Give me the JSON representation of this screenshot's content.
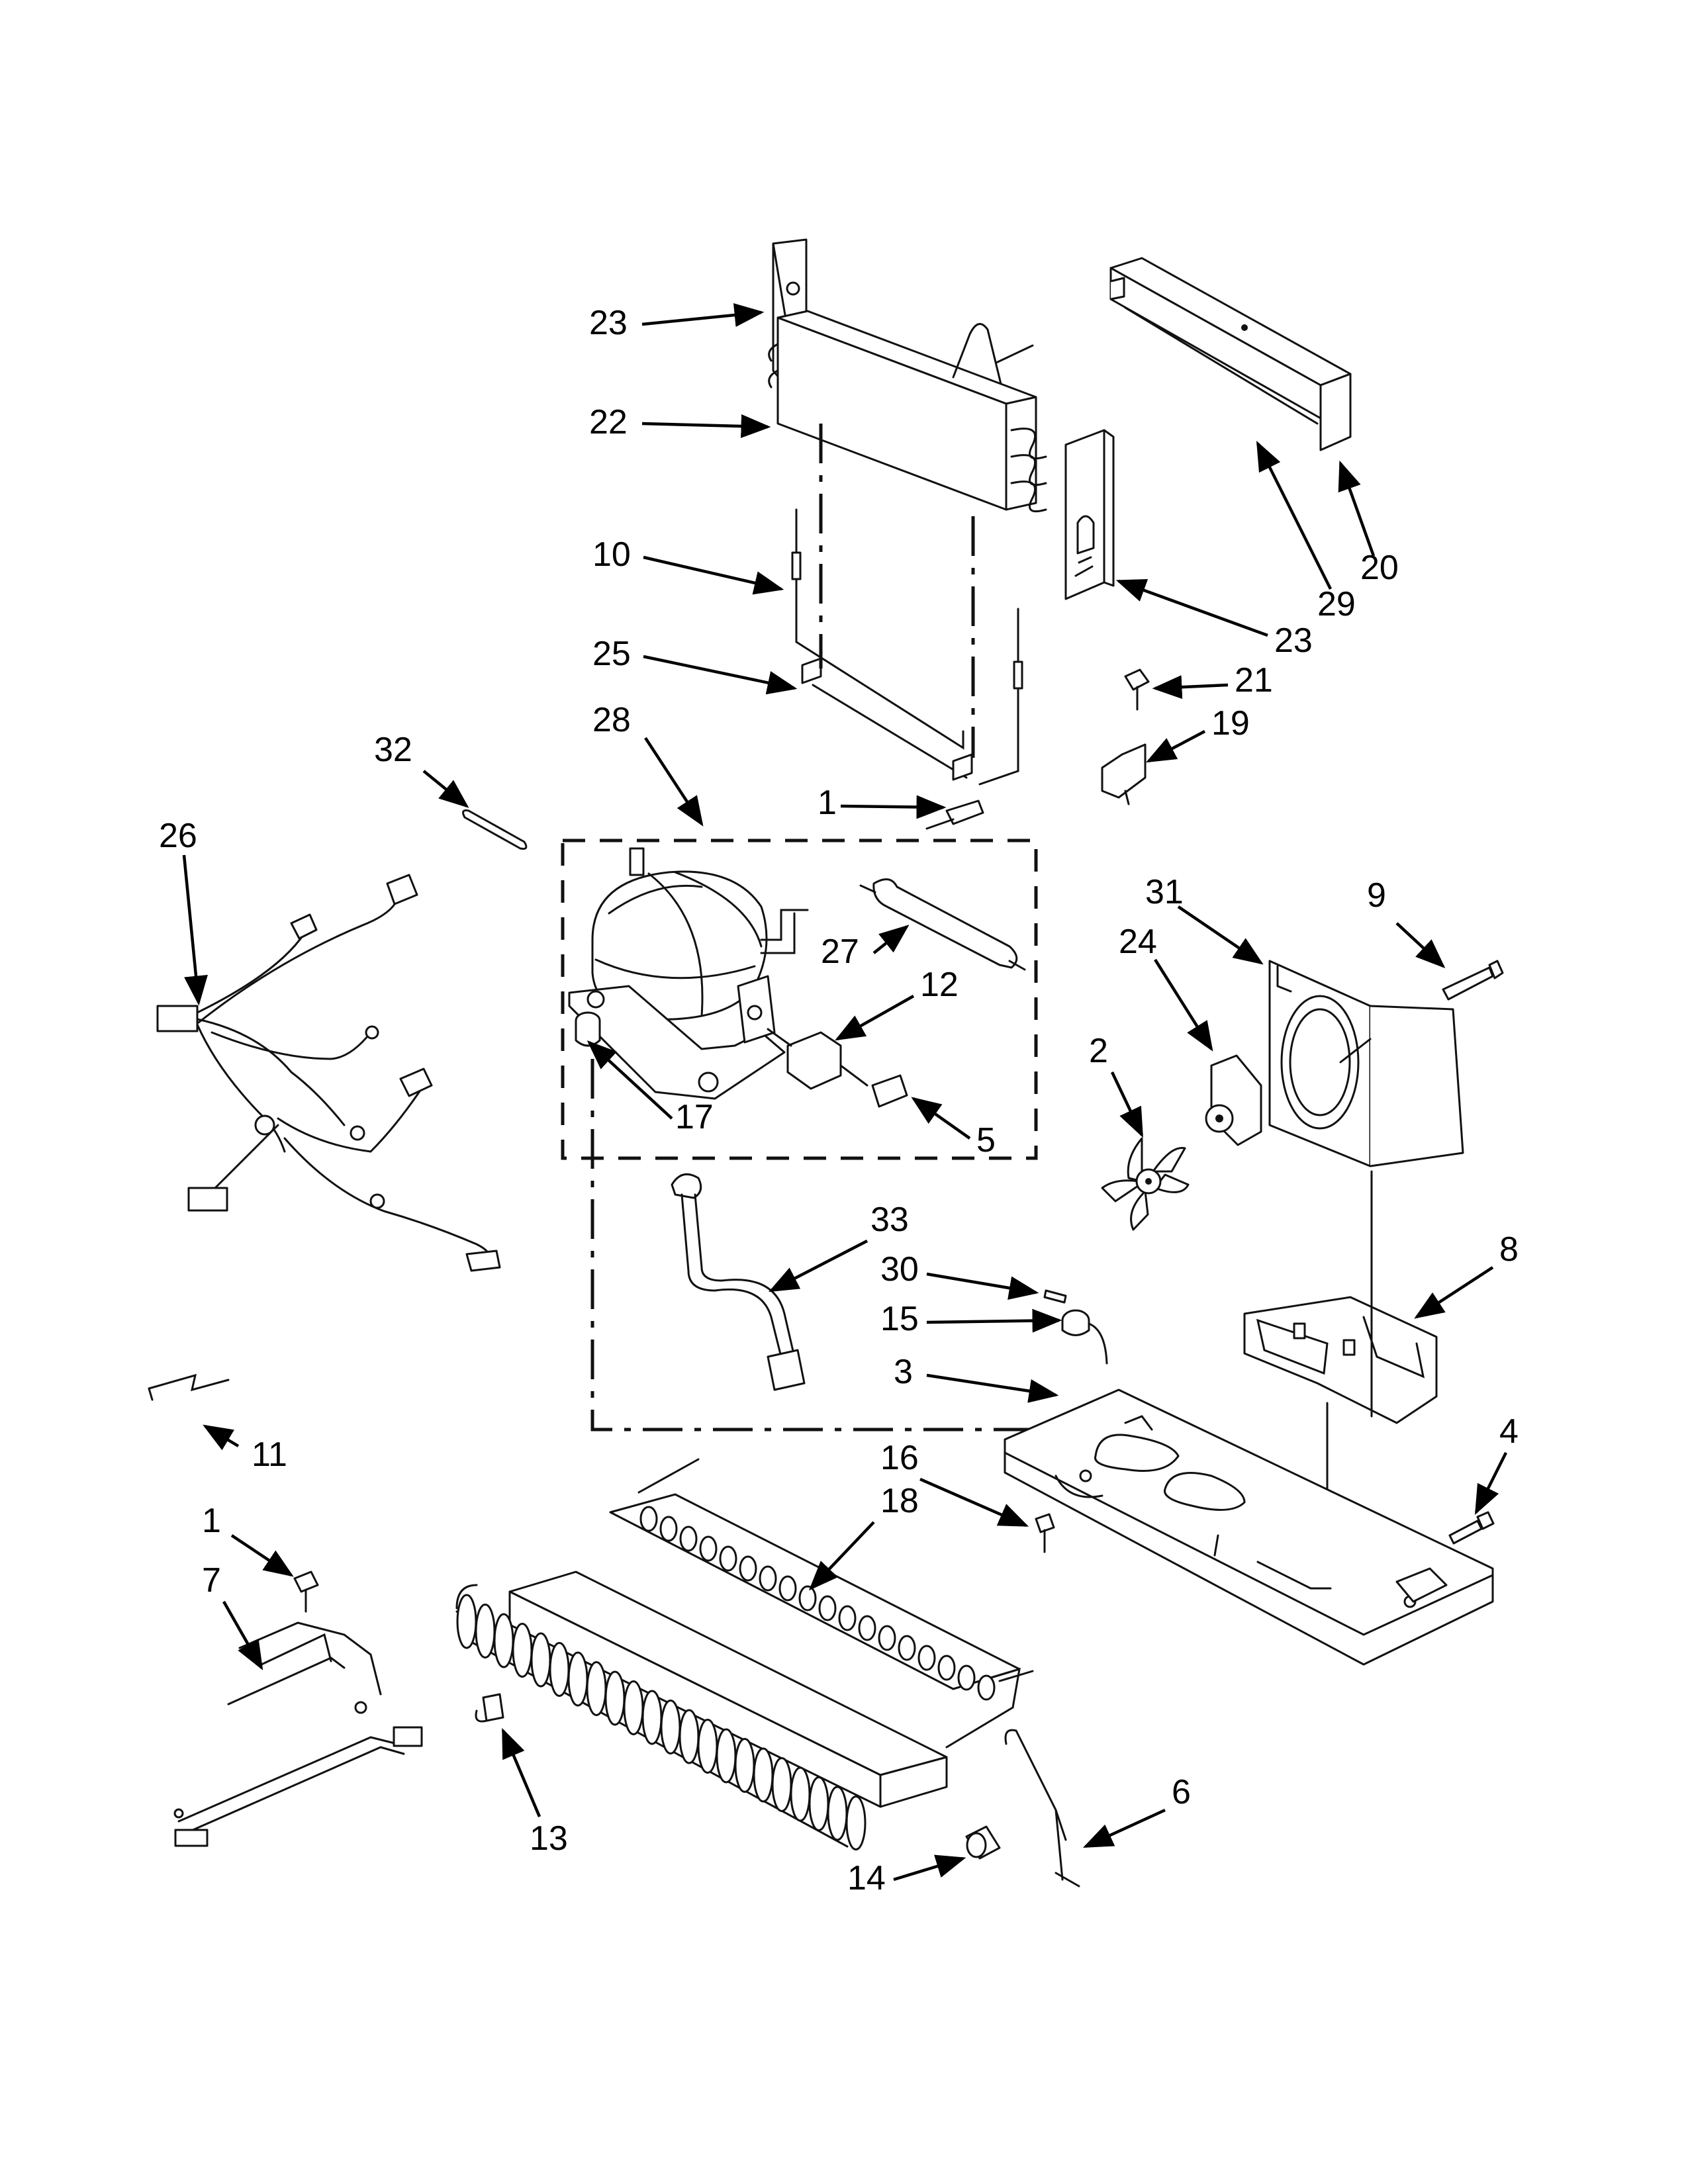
{
  "callouts": [
    {
      "id": "c23a",
      "label": "23",
      "part": "23"
    },
    {
      "id": "c22",
      "label": "22",
      "part": "22"
    },
    {
      "id": "c10",
      "label": "10",
      "part": "10"
    },
    {
      "id": "c25",
      "label": "25",
      "part": "25"
    },
    {
      "id": "c28",
      "label": "28",
      "part": "28"
    },
    {
      "id": "c32",
      "label": "32",
      "part": "32"
    },
    {
      "id": "c26",
      "label": "26",
      "part": "26"
    },
    {
      "id": "c1a",
      "label": "1",
      "part": "1"
    },
    {
      "id": "c27",
      "label": "27",
      "part": "27"
    },
    {
      "id": "c12",
      "label": "12",
      "part": "12"
    },
    {
      "id": "c17",
      "label": "17",
      "part": "17"
    },
    {
      "id": "c5",
      "label": "5",
      "part": "5"
    },
    {
      "id": "c20",
      "label": "20",
      "part": "20"
    },
    {
      "id": "c29",
      "label": "29",
      "part": "29"
    },
    {
      "id": "c23b",
      "label": "23",
      "part": "23"
    },
    {
      "id": "c21",
      "label": "21",
      "part": "21"
    },
    {
      "id": "c19",
      "label": "19",
      "part": "19"
    },
    {
      "id": "c31",
      "label": "31",
      "part": "31"
    },
    {
      "id": "c9",
      "label": "9",
      "part": "9"
    },
    {
      "id": "c24",
      "label": "24",
      "part": "24"
    },
    {
      "id": "c2",
      "label": "2",
      "part": "2"
    },
    {
      "id": "c33",
      "label": "33",
      "part": "33"
    },
    {
      "id": "c30",
      "label": "30",
      "part": "30"
    },
    {
      "id": "c15",
      "label": "15",
      "part": "15"
    },
    {
      "id": "c3",
      "label": "3",
      "part": "3"
    },
    {
      "id": "c8",
      "label": "8",
      "part": "8"
    },
    {
      "id": "c4",
      "label": "4",
      "part": "4"
    },
    {
      "id": "c11",
      "label": "11",
      "part": "11"
    },
    {
      "id": "c1b",
      "label": "1",
      "part": "1"
    },
    {
      "id": "c7",
      "label": "7",
      "part": "7"
    },
    {
      "id": "c16",
      "label": "16",
      "part": "16"
    },
    {
      "id": "c18",
      "label": "18",
      "part": "18"
    },
    {
      "id": "c13",
      "label": "13",
      "part": "13"
    },
    {
      "id": "c6",
      "label": "6",
      "part": "6"
    },
    {
      "id": "c14",
      "label": "14",
      "part": "14"
    }
  ]
}
